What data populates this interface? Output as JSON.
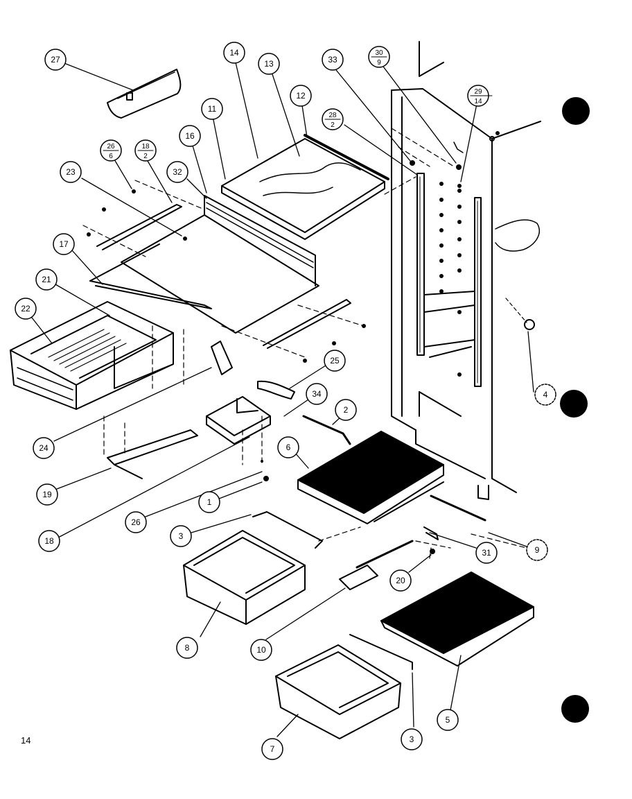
{
  "page": {
    "number": "14"
  },
  "callouts": [
    {
      "id": "c27",
      "label": "27"
    },
    {
      "id": "c14",
      "label": "14"
    },
    {
      "id": "c13",
      "label": "13"
    },
    {
      "id": "c33",
      "label": "33"
    },
    {
      "id": "c30-9",
      "top": "30",
      "bottom": "9"
    },
    {
      "id": "c29-14",
      "top": "29",
      "bottom": "14"
    },
    {
      "id": "c12",
      "label": "12"
    },
    {
      "id": "c11",
      "label": "11"
    },
    {
      "id": "c28-2",
      "top": "28",
      "bottom": "2"
    },
    {
      "id": "c16",
      "label": "16"
    },
    {
      "id": "c26-6",
      "top": "26",
      "bottom": "6"
    },
    {
      "id": "c18-2",
      "top": "18",
      "bottom": "2"
    },
    {
      "id": "c23",
      "label": "23"
    },
    {
      "id": "c32",
      "label": "32"
    },
    {
      "id": "c17",
      "label": "17"
    },
    {
      "id": "c21",
      "label": "21"
    },
    {
      "id": "c22",
      "label": "22"
    },
    {
      "id": "c25",
      "label": "25"
    },
    {
      "id": "c4",
      "label": "4"
    },
    {
      "id": "c34",
      "label": "34"
    },
    {
      "id": "c2",
      "label": "2"
    },
    {
      "id": "c24",
      "label": "24"
    },
    {
      "id": "c6",
      "label": "6"
    },
    {
      "id": "c19",
      "label": "19"
    },
    {
      "id": "c1",
      "label": "1"
    },
    {
      "id": "c26",
      "label": "26"
    },
    {
      "id": "c18",
      "label": "18"
    },
    {
      "id": "c3a",
      "label": "3"
    },
    {
      "id": "c9",
      "label": "9"
    },
    {
      "id": "c31",
      "label": "31"
    },
    {
      "id": "c20",
      "label": "20"
    },
    {
      "id": "c8",
      "label": "8"
    },
    {
      "id": "c10",
      "label": "10"
    },
    {
      "id": "c5",
      "label": "5"
    },
    {
      "id": "c3b",
      "label": "3"
    },
    {
      "id": "c7",
      "label": "7"
    }
  ]
}
